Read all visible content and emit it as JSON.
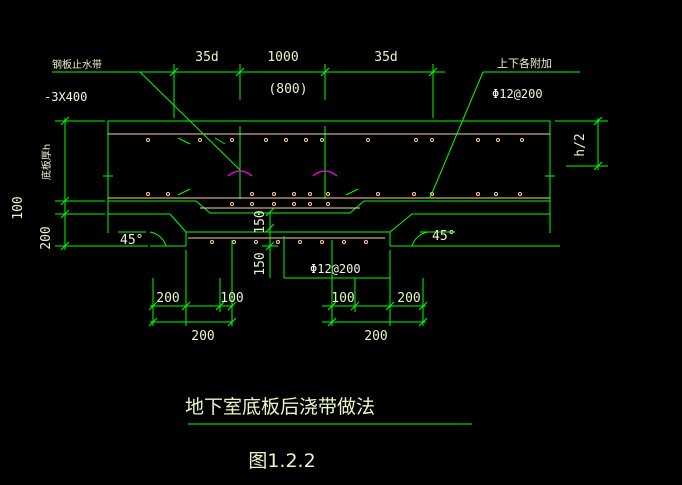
{
  "labels": {
    "waterstop": "钢板止水带",
    "waterstop_size": "-3X400",
    "slab_thickness": "底板厚h",
    "top_bottom_rebar": "上下各附加",
    "rebar_spec_top": "Φ12@200",
    "rebar_spec_bottom": "Φ12@200",
    "half_h": "h/2"
  },
  "dimensions": {
    "anchor_left": "35d",
    "band_width": "1000",
    "band_width_alt": "(800)",
    "anchor_right": "35d",
    "pit_depth": "100",
    "cushion": "200",
    "step_150_a": "150",
    "step_150_b": "150",
    "slope_left": "45°",
    "slope_right": "45°",
    "bottom_left_a": "200",
    "bottom_left_b": "100",
    "bottom_left_total": "200",
    "bottom_right_a": "100",
    "bottom_right_b": "200",
    "bottom_right_total": "200"
  },
  "title": "地下室底板后浇带做法",
  "figure_number": "图1.2.2",
  "colors": {
    "line": "#00ff00",
    "rebar": "#ffd0a0",
    "hook": "#ff00ff",
    "text": "#e8f6c8",
    "background": "#000000"
  }
}
